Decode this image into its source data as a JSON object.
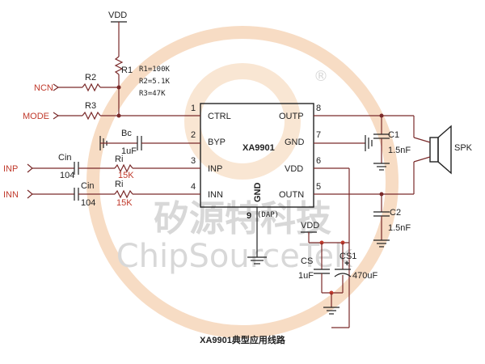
{
  "watermark": {
    "cn": "矽源特科技",
    "en": "ChipSourceTek",
    "mark": "®"
  },
  "chip": {
    "name": "XA9901",
    "pins_left": [
      {
        "num": "1",
        "label": "CTRL"
      },
      {
        "num": "2",
        "label": "BYP"
      },
      {
        "num": "3",
        "label": "INP"
      },
      {
        "num": "4",
        "label": "INN"
      }
    ],
    "pins_right": [
      {
        "num": "8",
        "label": "OUTP"
      },
      {
        "num": "7",
        "label": "GND"
      },
      {
        "num": "6",
        "label": "VDD"
      },
      {
        "num": "5",
        "label": "OUTN"
      }
    ],
    "gnd_label": "GND",
    "dap_num": "9",
    "dap_label": "(DAP)"
  },
  "nets": {
    "vdd_top": "VDD",
    "vdd_bottom": "VDD",
    "ncn": "NCN",
    "mode": "MODE",
    "inp": "INP",
    "inn": "INN",
    "spk": "SPK"
  },
  "components": {
    "r1": "R1",
    "r2": "R2",
    "r3": "R3",
    "r_values": [
      "R1=100K",
      "R2=5.1K",
      "R3=47K"
    ],
    "bc": "Bc",
    "bc_val": "1uF",
    "cin1": "Cin",
    "cin1_val": "104",
    "cin2": "Cin",
    "cin2_val": "104",
    "ri1": "Ri",
    "ri1_val": "15K",
    "ri2": "Ri",
    "ri2_val": "15K",
    "c1": "C1",
    "c1_val": "1.5nF",
    "c2": "C2",
    "c2_val": "1.5nF",
    "cs": "CS",
    "cs_val": "1uF",
    "cs1": "CS1",
    "cs1_val": "470uF"
  },
  "caption": "XA9901典型应用线路"
}
